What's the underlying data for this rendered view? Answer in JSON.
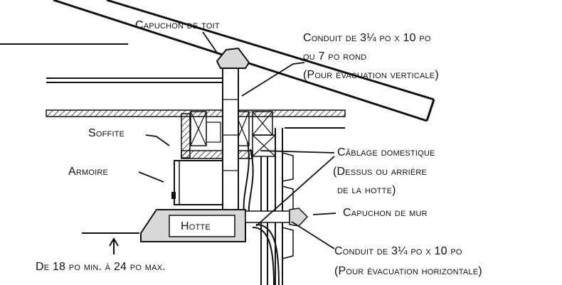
{
  "labels": {
    "roof_cap": "Capuchon de toit",
    "vertical_duct_line1": "Conduit de 3¼ po x 10 po",
    "vertical_duct_line2": "ou 7 po rond",
    "vertical_duct_line3": "(Pour évacuation verticale)",
    "soffit": "Soffite",
    "cabinet": "Armoire",
    "house_wiring_line1": "Câblage domestique",
    "house_wiring_line2": "(Dessus ou arrière",
    "house_wiring_line3": "de la hotte)",
    "wall_cap": "Capuchon de mur",
    "hood": "Hotte",
    "horizontal_duct_line1": "Conduit de 3¼ po x 10 po",
    "horizontal_duct_line2": "(Pour évacuation horizontale)",
    "mount_height": "De 18 po min. à 24 po max."
  },
  "colors": {
    "ink": "#111111",
    "fill_gray": "#d9d9d9",
    "background": "#ffffff"
  }
}
